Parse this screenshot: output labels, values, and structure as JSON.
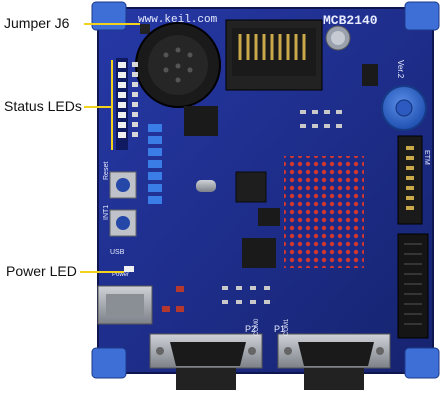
{
  "callouts": {
    "jumper": "Jumper J6",
    "status_leds": "Status LEDs",
    "power_led": "Power LED"
  },
  "board": {
    "url": "www.keil.com",
    "model": "MCB2140",
    "version": "Ver.2",
    "port2": "P2",
    "port1": "P1",
    "com0": "COM0",
    "com1": "COM1",
    "etm": "ETM",
    "reset": "Reset",
    "int1": "INT1",
    "usb": "USB",
    "power": "Power"
  },
  "colors": {
    "pcb": "#1d2f8f",
    "pcb_dark": "#14206a",
    "silk": "#e8ecff",
    "callout_line": "#f2d21a",
    "bumper": "#3d6fd6"
  }
}
